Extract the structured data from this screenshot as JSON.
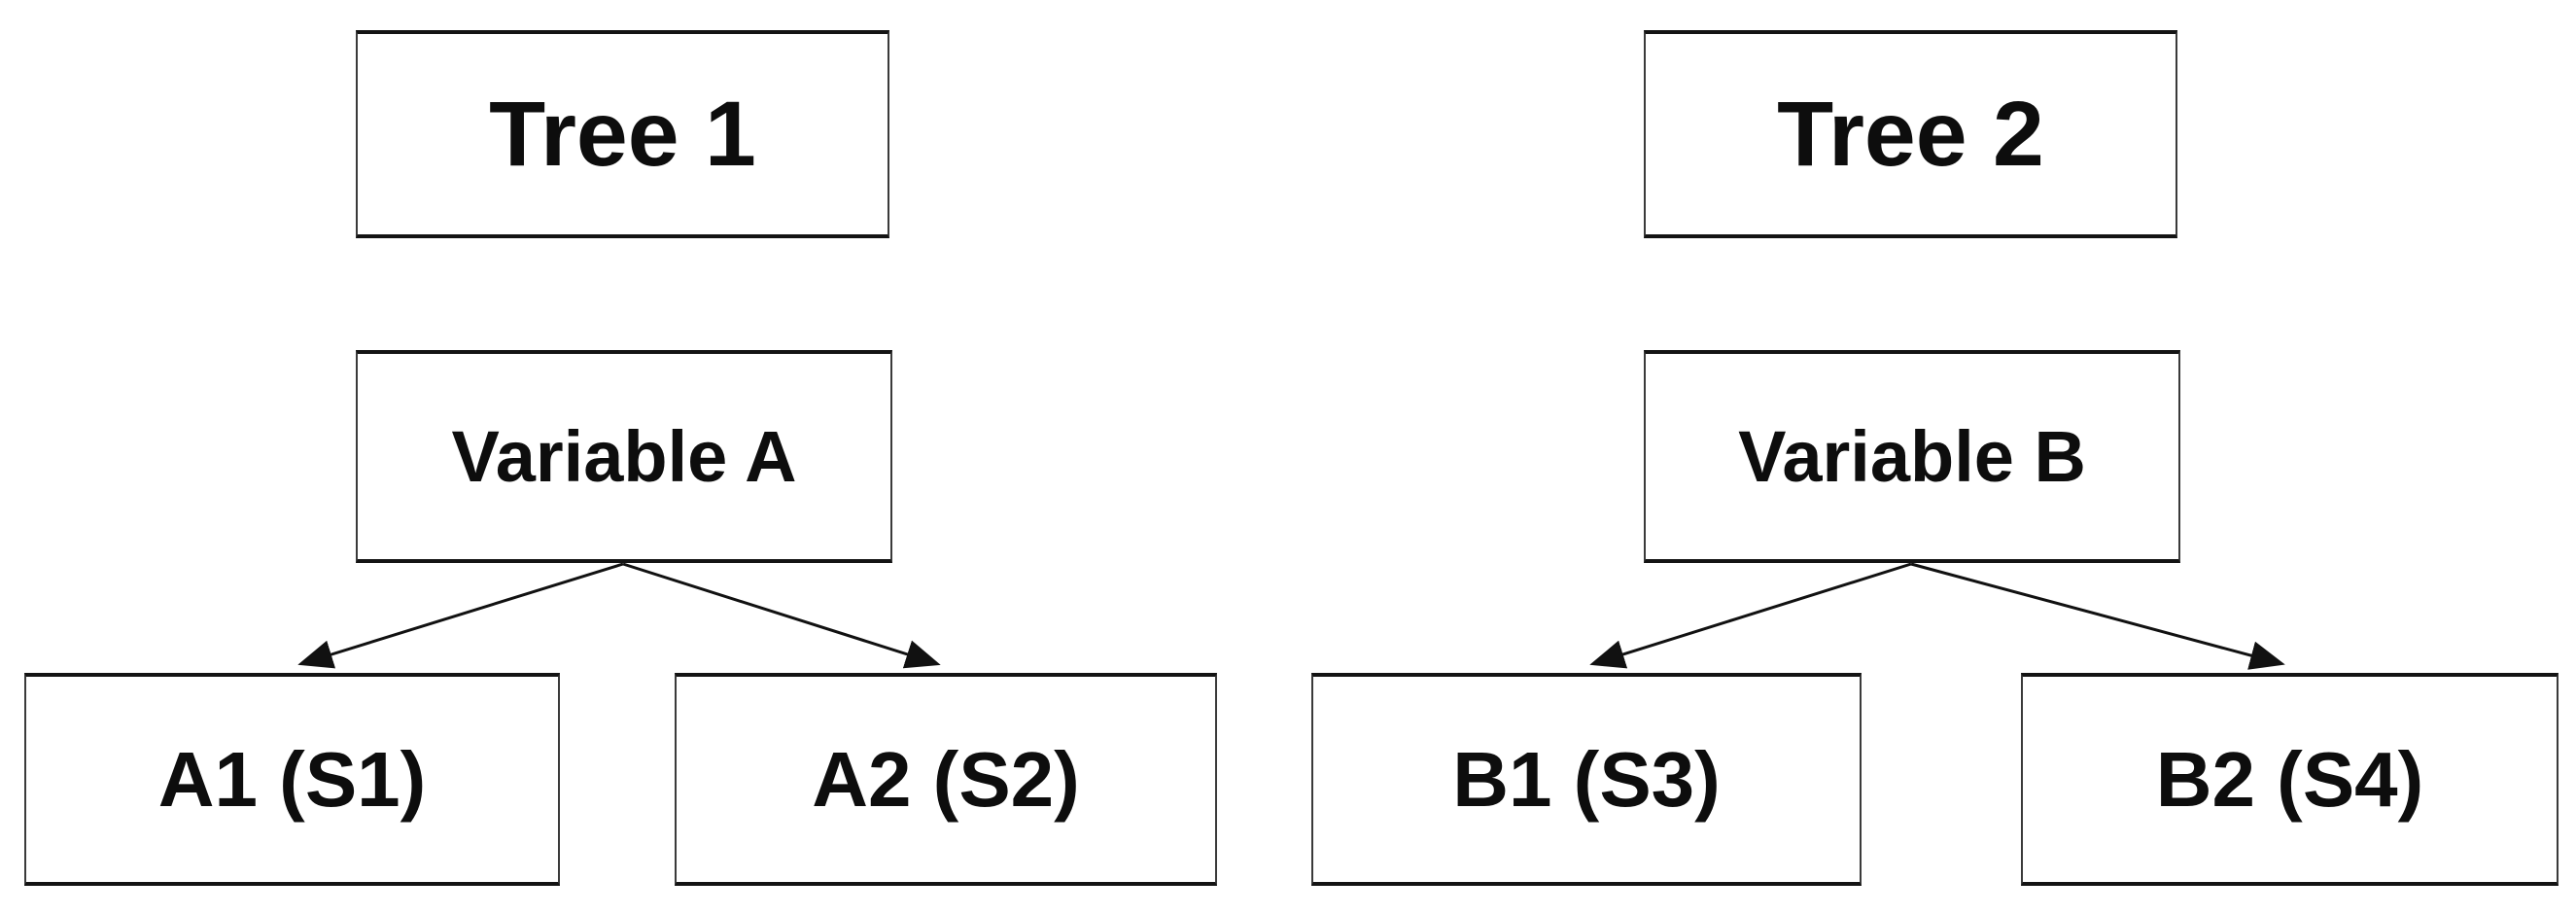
{
  "diagram": {
    "background_color": "#ffffff",
    "box_fill_color": "#ffffff",
    "box_border_color": "#141414",
    "text_color": "#0d0d0d",
    "arrow_color": "#111111",
    "trees": [
      {
        "title": "Tree 1",
        "root": {
          "label": "Variable A"
        },
        "children": [
          {
            "label": "A1 (S1)"
          },
          {
            "label": "A2 (S2)"
          }
        ]
      },
      {
        "title": "Tree 2",
        "root": {
          "label": "Variable B"
        },
        "children": [
          {
            "label": "B1 (S3)"
          },
          {
            "label": "B2 (S4)"
          }
        ]
      }
    ]
  }
}
